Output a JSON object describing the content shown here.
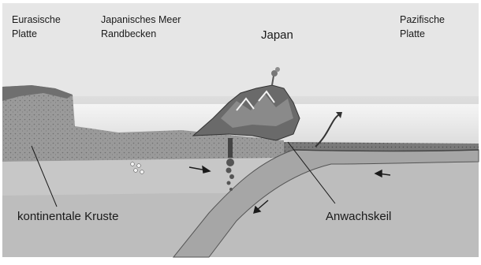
{
  "labels": {
    "eurasian_plate": "Eurasische\nPlatte",
    "sea_basin": "Japanisches Meer\nRandbecken",
    "japan": "Japan",
    "pacific_plate": "Pazifische\nPlatte",
    "continental_crust": "kontinentale Kruste",
    "accretion_wedge": "Anwachskeil"
  },
  "colors": {
    "sky": "#e6e6e6",
    "sea": "#f1f1f1",
    "upper_crust": "#8f8f8f",
    "lower_crust": "#c2c2c2",
    "slab": "#9c9c9c",
    "mantle": "#bdbdbd",
    "ink": "#1a1a1a"
  }
}
